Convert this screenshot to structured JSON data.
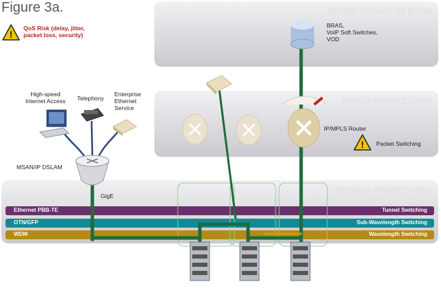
{
  "figure_title": "Figure 3a.",
  "qos_risk": {
    "line1": "QoS Risk (delay, jitter,",
    "line2": "packet loss, security)"
  },
  "layers": {
    "service_delivery": "Service Delivery Platforms",
    "service_network": "Service Network Layer",
    "transport_network": "Transport Network Layer"
  },
  "platform": {
    "line1": "BRAS,",
    "line2": "VoIP Soft Switches,",
    "line3": "VOD"
  },
  "router": {
    "label": "IP/MPLS Router"
  },
  "packet_switching": "Packet Switching",
  "access": {
    "internet": {
      "line1": "High-speed",
      "line2": "Internet Access"
    },
    "telephony": "Telephony",
    "enterprise": {
      "line1": "Enterprise",
      "line2": "Ethernet",
      "line3": "Service"
    },
    "msan": "MSAN/IP DSLAM",
    "gige": "GigE"
  },
  "bands": [
    {
      "left": "Ethernet PBB-TE",
      "right": "Tunnel Switching",
      "color": "#6b2f6b"
    },
    {
      "left": "OTN/GFP",
      "right": "Sub-Wavelength Switching",
      "color": "#138a98"
    },
    {
      "left": "WDM",
      "right": "Wavelength Switching",
      "color": "#b58a17"
    }
  ],
  "colors": {
    "link": "#1f6b3c",
    "warning": "#f2c400"
  }
}
